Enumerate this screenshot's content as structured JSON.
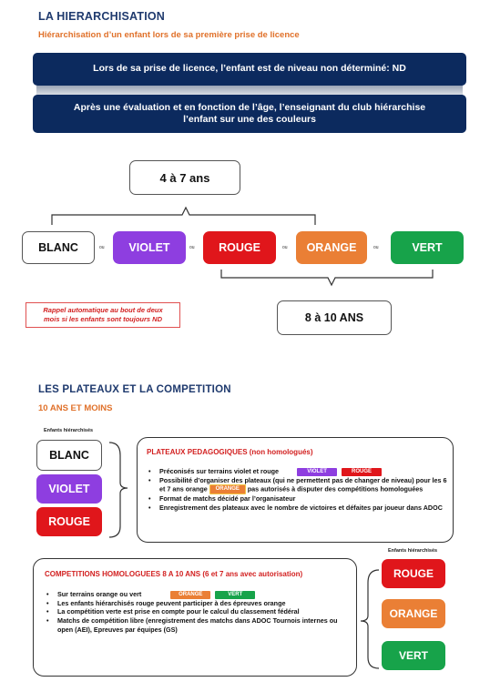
{
  "header": {
    "title": "LA HIERARCHISATION",
    "subtitle": "Hiérarchisation d’un enfant lors de sa première prise de licence"
  },
  "banners": {
    "first": "Lors de sa prise de licence, l’enfant est de niveau non déterminé: ND",
    "second_line1": "Après une évaluation  et en fonction de l’âge, l’enseignant du club hiérarchise",
    "second_line2": "l’enfant sur une des couleurs"
  },
  "ages": {
    "young": "4 à 7 ans",
    "older": "8 à 10 ANS"
  },
  "levels": {
    "blanc": "BLANC",
    "violet": "VIOLET",
    "rouge": "ROUGE",
    "orange": "ORANGE",
    "vert": "VERT",
    "separator": "ou"
  },
  "rappel": {
    "line1": "Rappel automatique au bout de deux",
    "line2": "mois si les enfants sont toujours ND"
  },
  "section2": {
    "title": "LES PLATEAUX ET LA COMPETITION",
    "subtitle": "10 ANS ET MOINS",
    "enfants_hierarchises": "Enfants hiérarchisés"
  },
  "plateaux": {
    "title": "PLATEAUX PEDAGOGIQUES (non homologués)",
    "b1": "Préconisés sur terrains violet et rouge",
    "b2_part1": "Possibilité d’organiser des plateaux (qui ne permettent pas de changer de niveau) pour les 6 et 7 ans orange",
    "b2_part2": "pas autorisés à disputer des compétitions homologuées",
    "b3": "Format de matchs décidé par l’organisateur",
    "b4": "Enregistrement  des plateaux avec le nombre de victoires et défaites par joueur dans ADOC"
  },
  "competitions": {
    "title": "COMPETITIONS HOMOLOGUEES 8 A 10 ANS (6 et 7 ans avec autorisation)",
    "b1": "Sur terrains orange ou vert",
    "b2": "Les enfants hiérarchisés rouge peuvent participer à des épreuves orange",
    "b3": "La compétition verte est prise en compte pour le calcul du classement fédéral",
    "b4": "Matchs de compétition libre (enregistrement des matchs dans ADOC Tournois internes ou open (AEI), Epreuves par équipes (GS)"
  },
  "colors": {
    "navy": "#0c2a5e",
    "violet": "#8e3ee0",
    "rouge": "#e0161b",
    "orange": "#ea7f35",
    "vert": "#17a34a",
    "title_blue": "#1f3a6e",
    "subtitle_orange": "#e0712a"
  }
}
